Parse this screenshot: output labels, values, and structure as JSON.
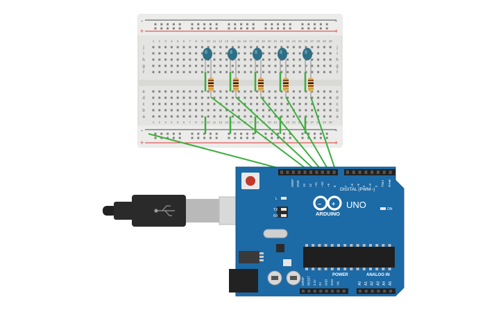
{
  "breadboard": {
    "column_numbers": [
      "1",
      "2",
      "3",
      "4",
      "5",
      "6",
      "7",
      "8",
      "9",
      "10",
      "11",
      "12",
      "13",
      "14",
      "15",
      "16",
      "17",
      "18",
      "19",
      "20",
      "21",
      "22",
      "23",
      "24",
      "25",
      "26",
      "27",
      "28",
      "29",
      "30"
    ],
    "top_row_letters": [
      "j",
      "i",
      "h",
      "g",
      "f"
    ],
    "bottom_row_letters": [
      "e",
      "d",
      "c",
      "b",
      "a"
    ],
    "rail_minus": "-",
    "rail_plus": "+"
  },
  "components": {
    "led_count": 5,
    "resistor_count": 5,
    "led_color": "#2f6f86",
    "wire_color": "#3cae3c"
  },
  "arduino": {
    "brand": "ARDUINO",
    "model": "UNO",
    "digital_header_label": "DIGITAL (PWM~)",
    "digital_pins": [
      "AREF",
      "GND",
      "13",
      "12",
      "~11",
      "~10",
      "~9",
      "8",
      "7",
      "~6",
      "~5",
      "4",
      "~3",
      "2",
      "TX▸1",
      "RX◂0"
    ],
    "indicator_labels": [
      "L",
      "TX",
      "RX"
    ],
    "on_label": "ON",
    "power_label": "POWER",
    "power_pins": [
      "IOREF",
      "RESET",
      "3.3V",
      "5V",
      "GND",
      "GND",
      "Vin"
    ],
    "analog_label": "ANALOG IN",
    "analog_pins": [
      "A0",
      "A1",
      "A2",
      "A3",
      "A4",
      "A5"
    ],
    "board_color": "#1c6aa6"
  }
}
